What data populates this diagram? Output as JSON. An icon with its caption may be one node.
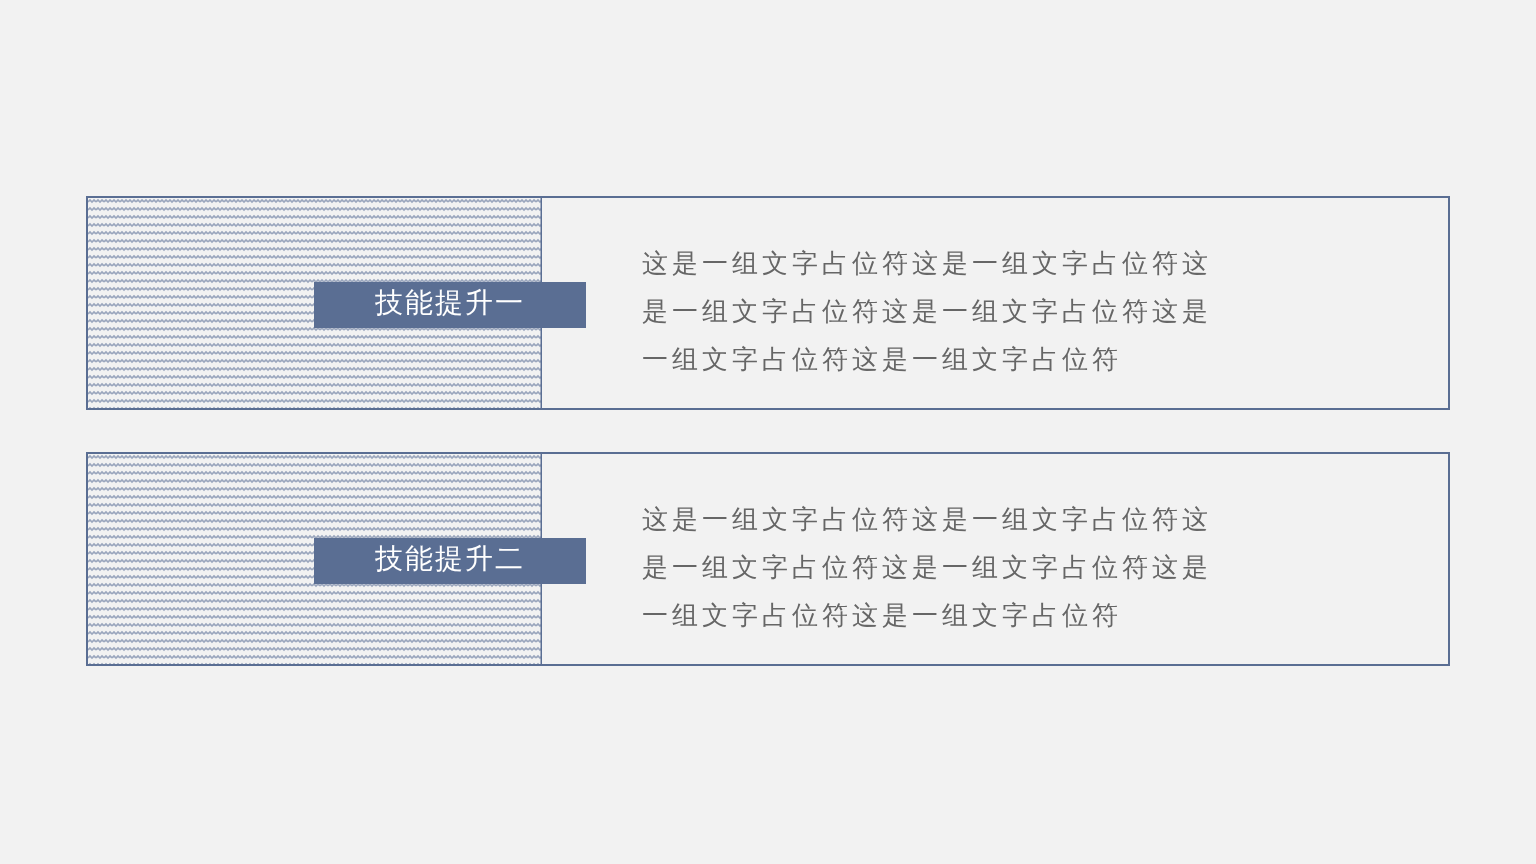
{
  "diagram": {
    "nodes": [
      {
        "text": [
          "这是一组文字占位符这是一组文字占位符这是一组文字占位符这是一组文字占位符这是一组文字占位符这是一组文字占位符"
        ]
      },
      {
        "text": [
          "技能提升一"
        ],
        "in": 0
      },
      {
        "text": [
          "这是一组文字占位符这是一组文字占位符这是一组文字占位符这是一组文字占位符这是一组文字占位符这是一组文字占位符"
        ]
      },
      {
        "text": [
          "技能提升二"
        ],
        "in": 2
      }
    ]
  }
}
